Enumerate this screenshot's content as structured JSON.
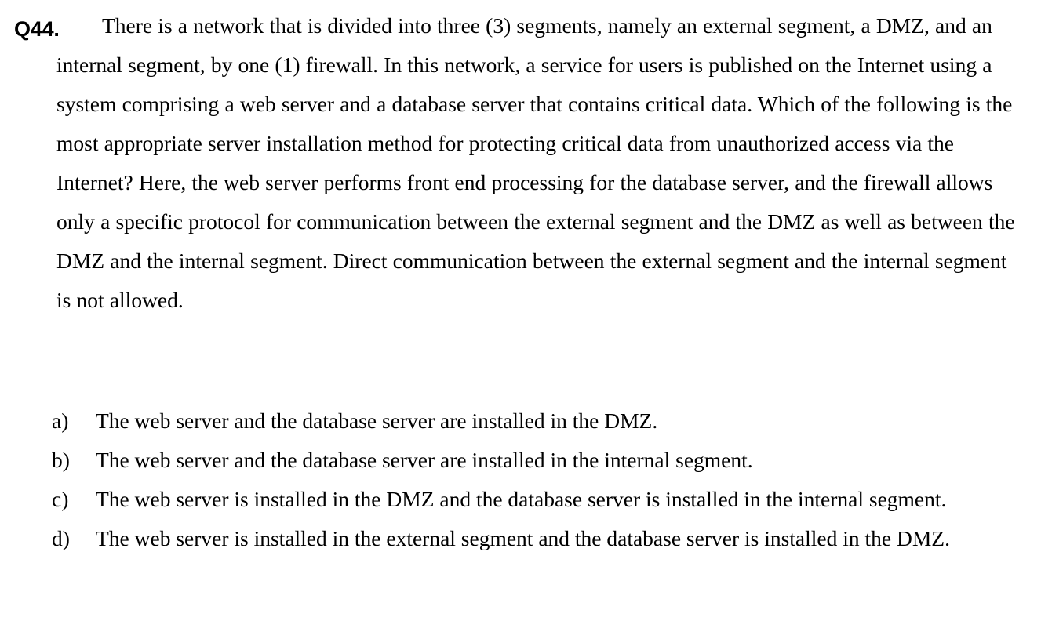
{
  "document": {
    "type": "exam-question",
    "background_color": "#ffffff",
    "text_color": "#000000"
  },
  "question": {
    "number_label": "Q44.",
    "body": "There is a network that is divided into three (3) segments, namely an external segment, a DMZ, and an internal segment, by one (1) firewall. In this network, a service for users is published on the Internet using a system comprising a web server and a database server that contains critical data. Which of the following is the most appropriate server installation method for protecting critical data from unauthorized access via the Internet? Here, the web server performs front end processing for the database server, and the firewall allows only a specific protocol for communication between the external segment and the DMZ as well as between the DMZ and the internal segment. Direct communication between the external segment and the internal segment is not allowed."
  },
  "options": [
    {
      "marker": "a)",
      "text": "The web server and the database server are installed in the DMZ."
    },
    {
      "marker": "b)",
      "text": "The web server and the database server are installed in the internal segment."
    },
    {
      "marker": "c)",
      "text": "The web server is installed in the DMZ and the database server is installed in the internal segment."
    },
    {
      "marker": "d)",
      "text": "The web server is installed in the external segment and the database server is installed in the DMZ."
    }
  ]
}
